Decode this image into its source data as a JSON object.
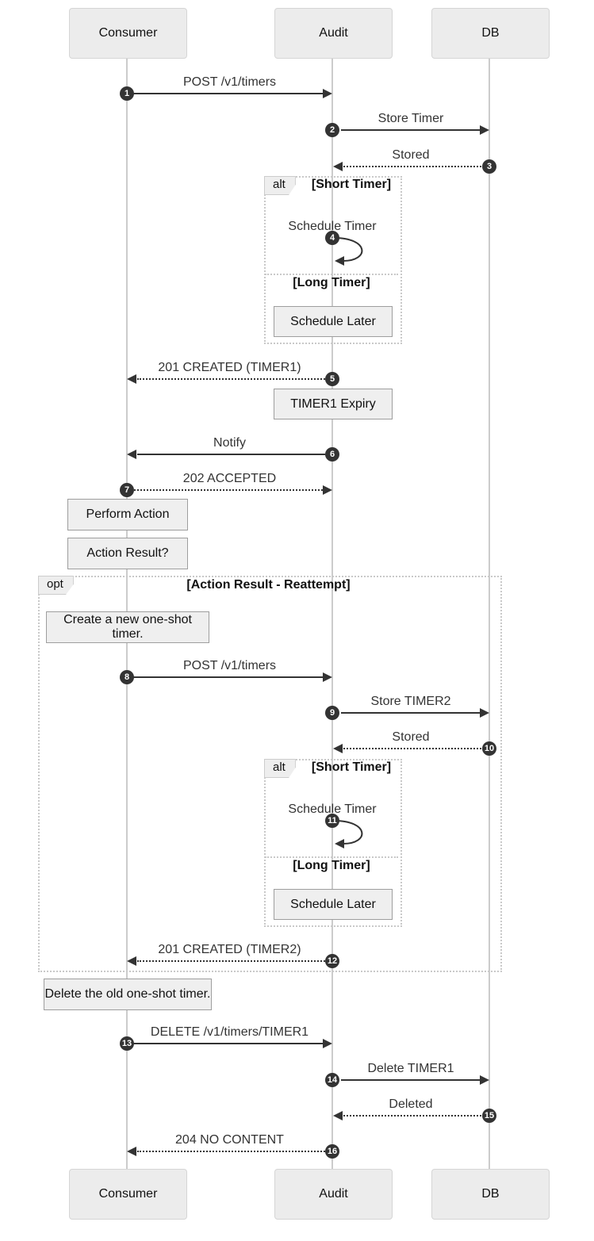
{
  "participants": [
    "Consumer",
    "Audit",
    "DB"
  ],
  "messages": [
    {
      "num": "1",
      "label": "POST /v1/timers",
      "from": "Consumer",
      "to": "Audit",
      "line": "solid"
    },
    {
      "num": "2",
      "label": "Store Timer",
      "from": "Audit",
      "to": "DB",
      "line": "solid"
    },
    {
      "num": "3",
      "label": "Stored",
      "from": "DB",
      "to": "Audit",
      "line": "dashed"
    },
    {
      "num": "4",
      "label": "Schedule Timer",
      "from": "Audit",
      "to": "Audit",
      "line": "self"
    },
    {
      "num": "5",
      "label": "201 CREATED (TIMER1)",
      "from": "Audit",
      "to": "Consumer",
      "line": "dashed"
    },
    {
      "num": "6",
      "label": "Notify",
      "from": "Audit",
      "to": "Consumer",
      "line": "solid"
    },
    {
      "num": "7",
      "label": "202 ACCEPTED",
      "from": "Consumer",
      "to": "Audit",
      "line": "dashed"
    },
    {
      "num": "8",
      "label": "POST /v1/timers",
      "from": "Consumer",
      "to": "Audit",
      "line": "solid"
    },
    {
      "num": "9",
      "label": "Store TIMER2",
      "from": "Audit",
      "to": "DB",
      "line": "solid"
    },
    {
      "num": "10",
      "label": "Stored",
      "from": "DB",
      "to": "Audit",
      "line": "dashed"
    },
    {
      "num": "11",
      "label": "Schedule Timer",
      "from": "Audit",
      "to": "Audit",
      "line": "self"
    },
    {
      "num": "12",
      "label": "201 CREATED (TIMER2)",
      "from": "Audit",
      "to": "Consumer",
      "line": "dashed"
    },
    {
      "num": "13",
      "label": "DELETE /v1/timers/TIMER1",
      "from": "Consumer",
      "to": "Audit",
      "line": "solid"
    },
    {
      "num": "14",
      "label": "Delete TIMER1",
      "from": "Audit",
      "to": "DB",
      "line": "solid"
    },
    {
      "num": "15",
      "label": "Deleted",
      "from": "DB",
      "to": "Audit",
      "line": "dashed"
    },
    {
      "num": "16",
      "label": "204 NO CONTENT",
      "from": "Audit",
      "to": "Consumer",
      "line": "dashed"
    }
  ],
  "notes": [
    {
      "text": "Schedule Later",
      "over": "Audit"
    },
    {
      "text": "TIMER1 Expiry",
      "over": "Audit"
    },
    {
      "text": "Perform Action",
      "over": "Consumer"
    },
    {
      "text": "Action Result?",
      "over": "Consumer"
    },
    {
      "text": "Create a new one-shot timer.",
      "over": "Consumer"
    },
    {
      "text": "Schedule Later",
      "over": "Audit"
    },
    {
      "text": "Delete the old one-shot timer.",
      "over": "Consumer"
    }
  ],
  "fragments": [
    {
      "type": "alt",
      "guards": [
        "[Short Timer]",
        "[Long Timer]"
      ]
    },
    {
      "type": "opt",
      "guards": [
        "[Action Result - Reattempt]"
      ]
    },
    {
      "type": "alt",
      "guards": [
        "[Short Timer]",
        "[Long Timer]"
      ]
    }
  ],
  "colors": {
    "arrow": "#333333",
    "lifeline": "#cccccc",
    "participant_fill": "#ececec",
    "participant_border": "#d5d5d5",
    "note_fill": "#efefef",
    "note_border": "#9e9e9e",
    "number_fill": "#333333",
    "number_text": "#ffffff",
    "fragment_border": "#c9c9c9",
    "fragment_label_fill": "#eeeeee"
  }
}
